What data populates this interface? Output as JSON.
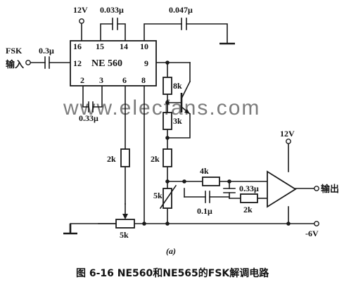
{
  "caption": "图 6-16  NE560和NE565的FSK解调电路",
  "sublabel": "(a)",
  "watermark": "www.elecfans.com",
  "ic": {
    "name": "NE 560",
    "pins": [
      "16",
      "15",
      "14",
      "10",
      "12",
      "9",
      "2",
      "3",
      "6",
      "8"
    ]
  },
  "supply": {
    "pos": "12V",
    "neg": "-6V",
    "opamp_pos": "12V"
  },
  "io": {
    "input_line1": "FSK",
    "input_line2": "输入",
    "output": "输出"
  },
  "caps": {
    "c_top": "0.033μ",
    "c_out": "0.047μ",
    "c_in": "0.3μ",
    "c_bot": "0.33μ",
    "c_f1": "0.33μ",
    "c_f2": "0.1μ"
  },
  "resistors": {
    "r8k": "8k",
    "r3k": "3k",
    "r2k_a": "2k",
    "r2k_b": "2k",
    "r5k_pot": "5k",
    "r4k": "4k",
    "r5k_var": "5k",
    "r2k_c": "2k"
  }
}
